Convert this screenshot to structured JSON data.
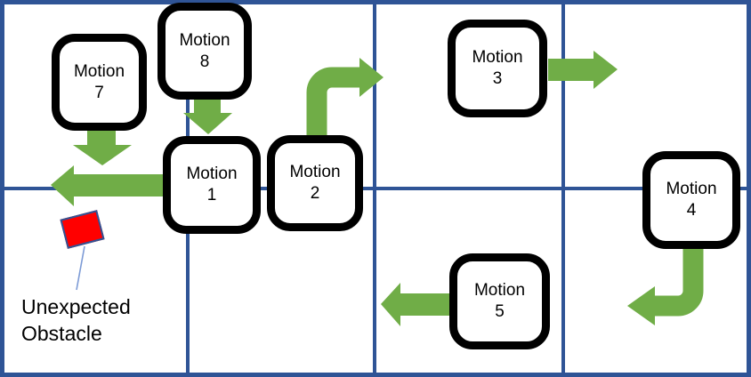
{
  "colors": {
    "grid_blue": "#2F5496",
    "arrow_green": "#70AD47",
    "obstacle_red": "#FF0000",
    "box_border": "#000000",
    "leader_blue": "#7D9BD6"
  },
  "diagram": {
    "grid": {
      "columns": 4,
      "rows": 2
    },
    "boxes": [
      {
        "name": "motion-7",
        "line1": "Motion",
        "line2": "7"
      },
      {
        "name": "motion-8",
        "line1": "Motion",
        "line2": "8"
      },
      {
        "name": "motion-1",
        "line1": "Motion",
        "line2": "1"
      },
      {
        "name": "motion-2",
        "line1": "Motion",
        "line2": "2"
      },
      {
        "name": "motion-3",
        "line1": "Motion",
        "line2": "3"
      },
      {
        "name": "motion-4",
        "line1": "Motion",
        "line2": "4"
      },
      {
        "name": "motion-5",
        "line1": "Motion",
        "line2": "5"
      }
    ],
    "arrows": [
      {
        "name": "arrow-down-from-motion-7",
        "direction": "down"
      },
      {
        "name": "arrow-down-from-motion-8",
        "direction": "down"
      },
      {
        "name": "arrow-left-from-motion-1",
        "direction": "left"
      },
      {
        "name": "arrow-up-right-from-motion-2",
        "direction": "up-then-right"
      },
      {
        "name": "arrow-right-from-motion-3",
        "direction": "right"
      },
      {
        "name": "arrow-down-left-from-motion-4",
        "direction": "down-then-left"
      },
      {
        "name": "arrow-left-from-motion-5",
        "direction": "left"
      }
    ],
    "obstacle": {
      "line1": "Unexpected",
      "line2": "Obstacle"
    }
  }
}
